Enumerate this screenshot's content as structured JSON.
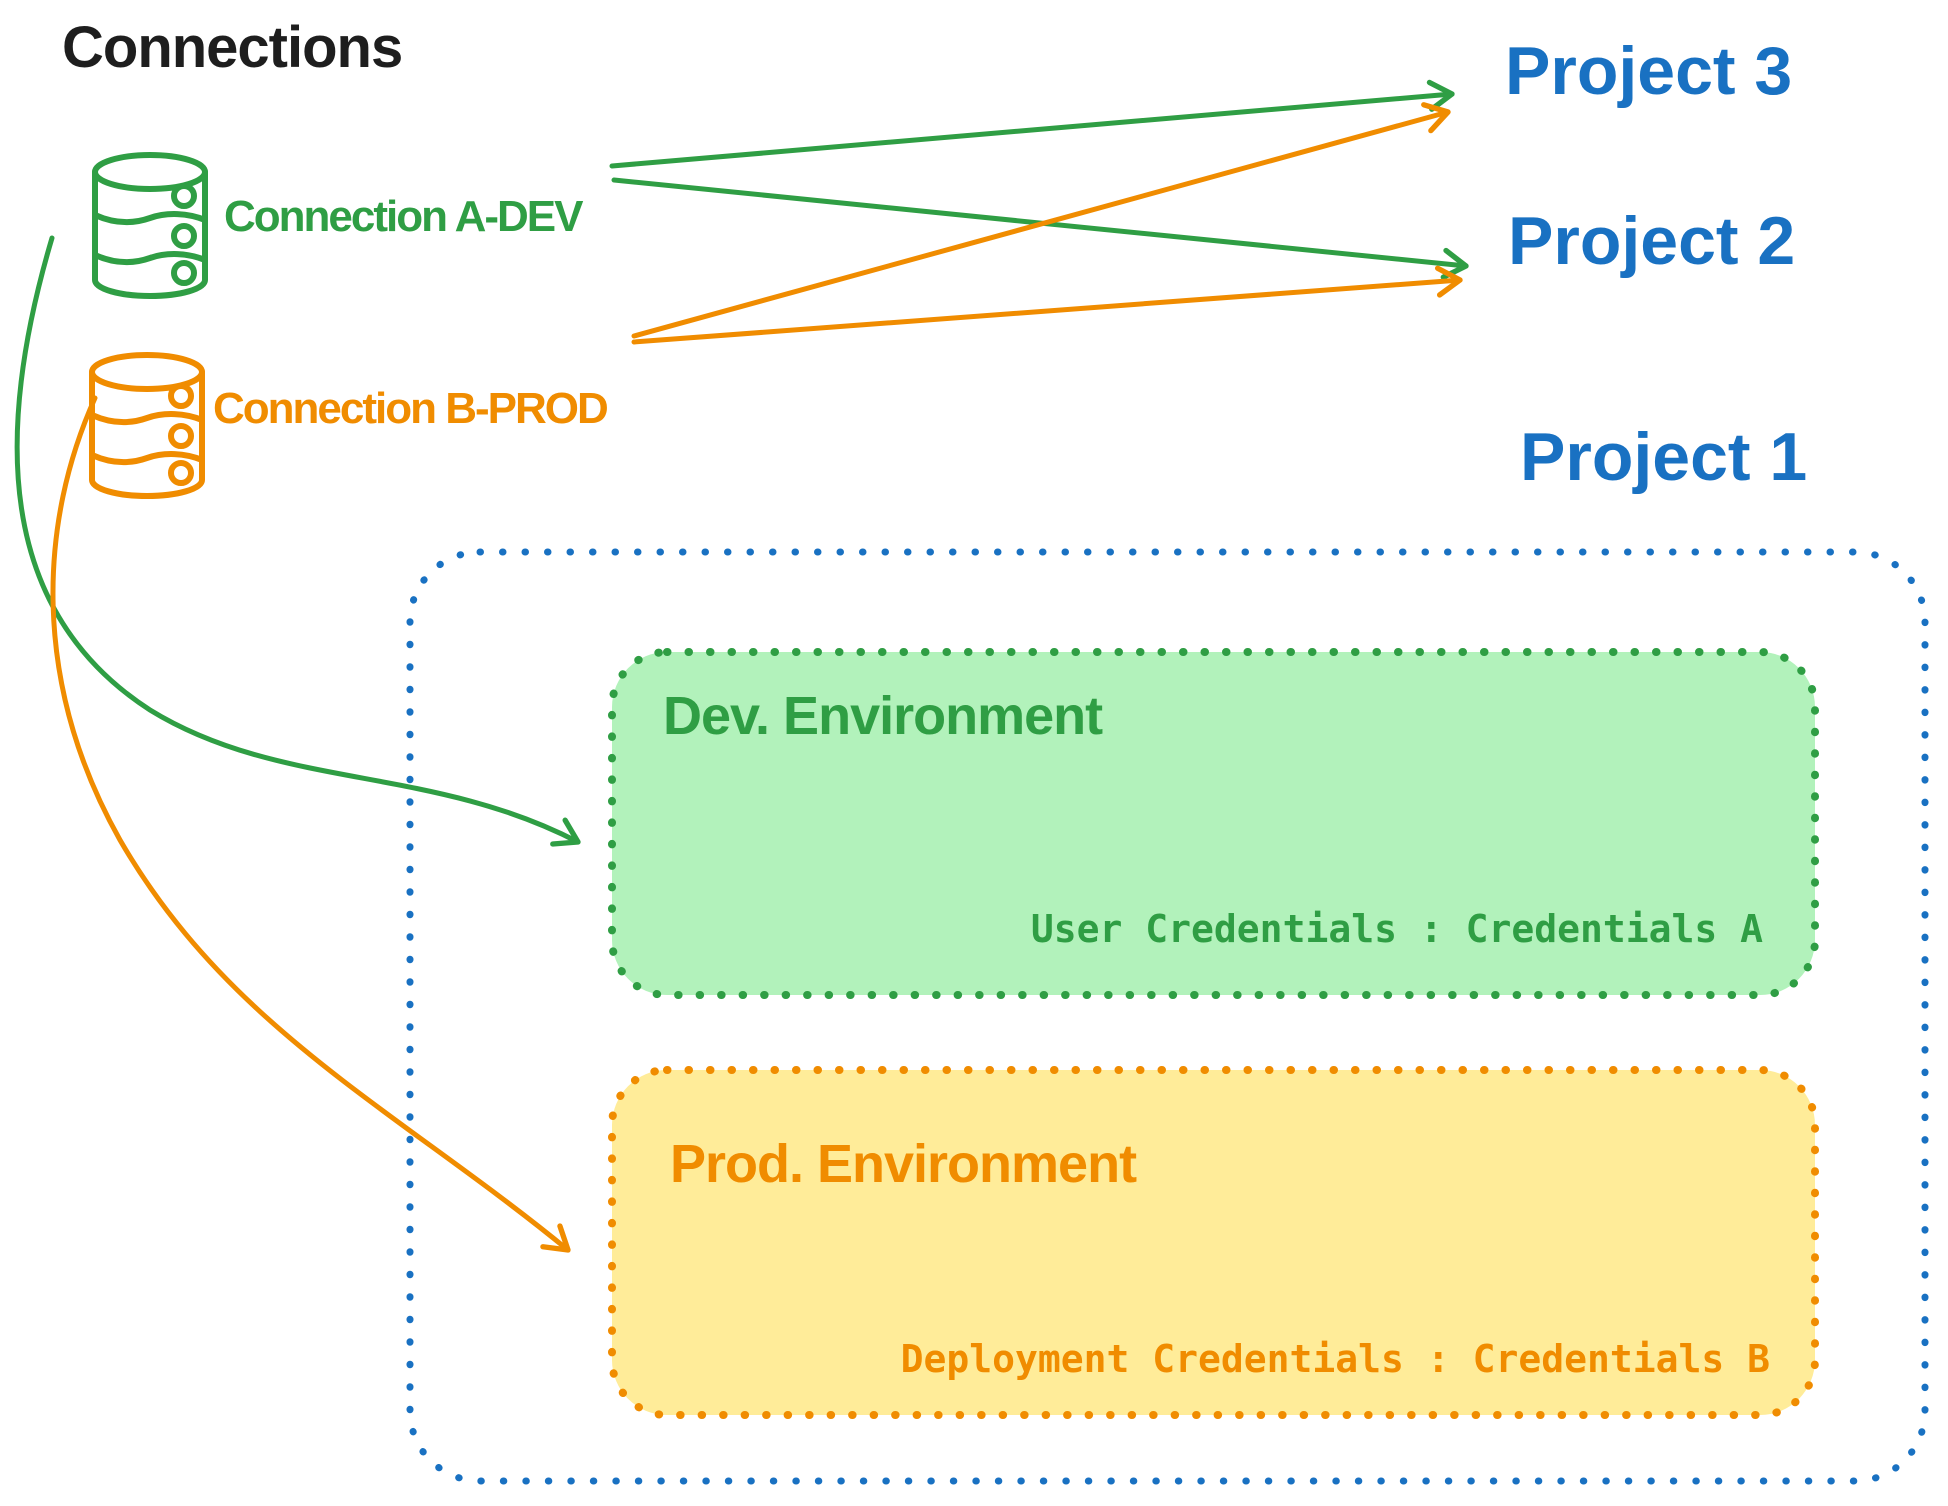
{
  "title": "Connections",
  "colors": {
    "ink": "#1e1e1e",
    "green": "#2f9e44",
    "green_fill": "#b2f2bb",
    "orange": "#f08c00",
    "orange_fill": "#ffec99",
    "blue": "#1971c2"
  },
  "connections": [
    {
      "label": "Connection A-DEV",
      "color": "#2f9e44",
      "icon": "database-cylinder-icon"
    },
    {
      "label": "Connection B-PROD",
      "color": "#f08c00",
      "icon": "database-cylinder-icon"
    }
  ],
  "projects": [
    {
      "label": "Project 3"
    },
    {
      "label": "Project 2"
    },
    {
      "label": "Project 1"
    }
  ],
  "project1_container": {
    "environments": [
      {
        "title": "Dev. Environment",
        "credentials": "User Credentials : Credentials A",
        "color": "#2f9e44"
      },
      {
        "title": "Prod. Environment",
        "credentials": "Deployment Credentials : Credentials B",
        "color": "#f08c00"
      }
    ]
  },
  "edges": [
    {
      "from": "Connection A-DEV",
      "to": "Project 3",
      "color": "#2f9e44"
    },
    {
      "from": "Connection A-DEV",
      "to": "Project 2",
      "color": "#2f9e44"
    },
    {
      "from": "Connection B-PROD",
      "to": "Project 3",
      "color": "#f08c00"
    },
    {
      "from": "Connection B-PROD",
      "to": "Project 2",
      "color": "#f08c00"
    },
    {
      "from": "Connection A-DEV",
      "to": "Dev. Environment",
      "color": "#2f9e44"
    },
    {
      "from": "Connection B-PROD",
      "to": "Prod. Environment",
      "color": "#f08c00"
    }
  ]
}
